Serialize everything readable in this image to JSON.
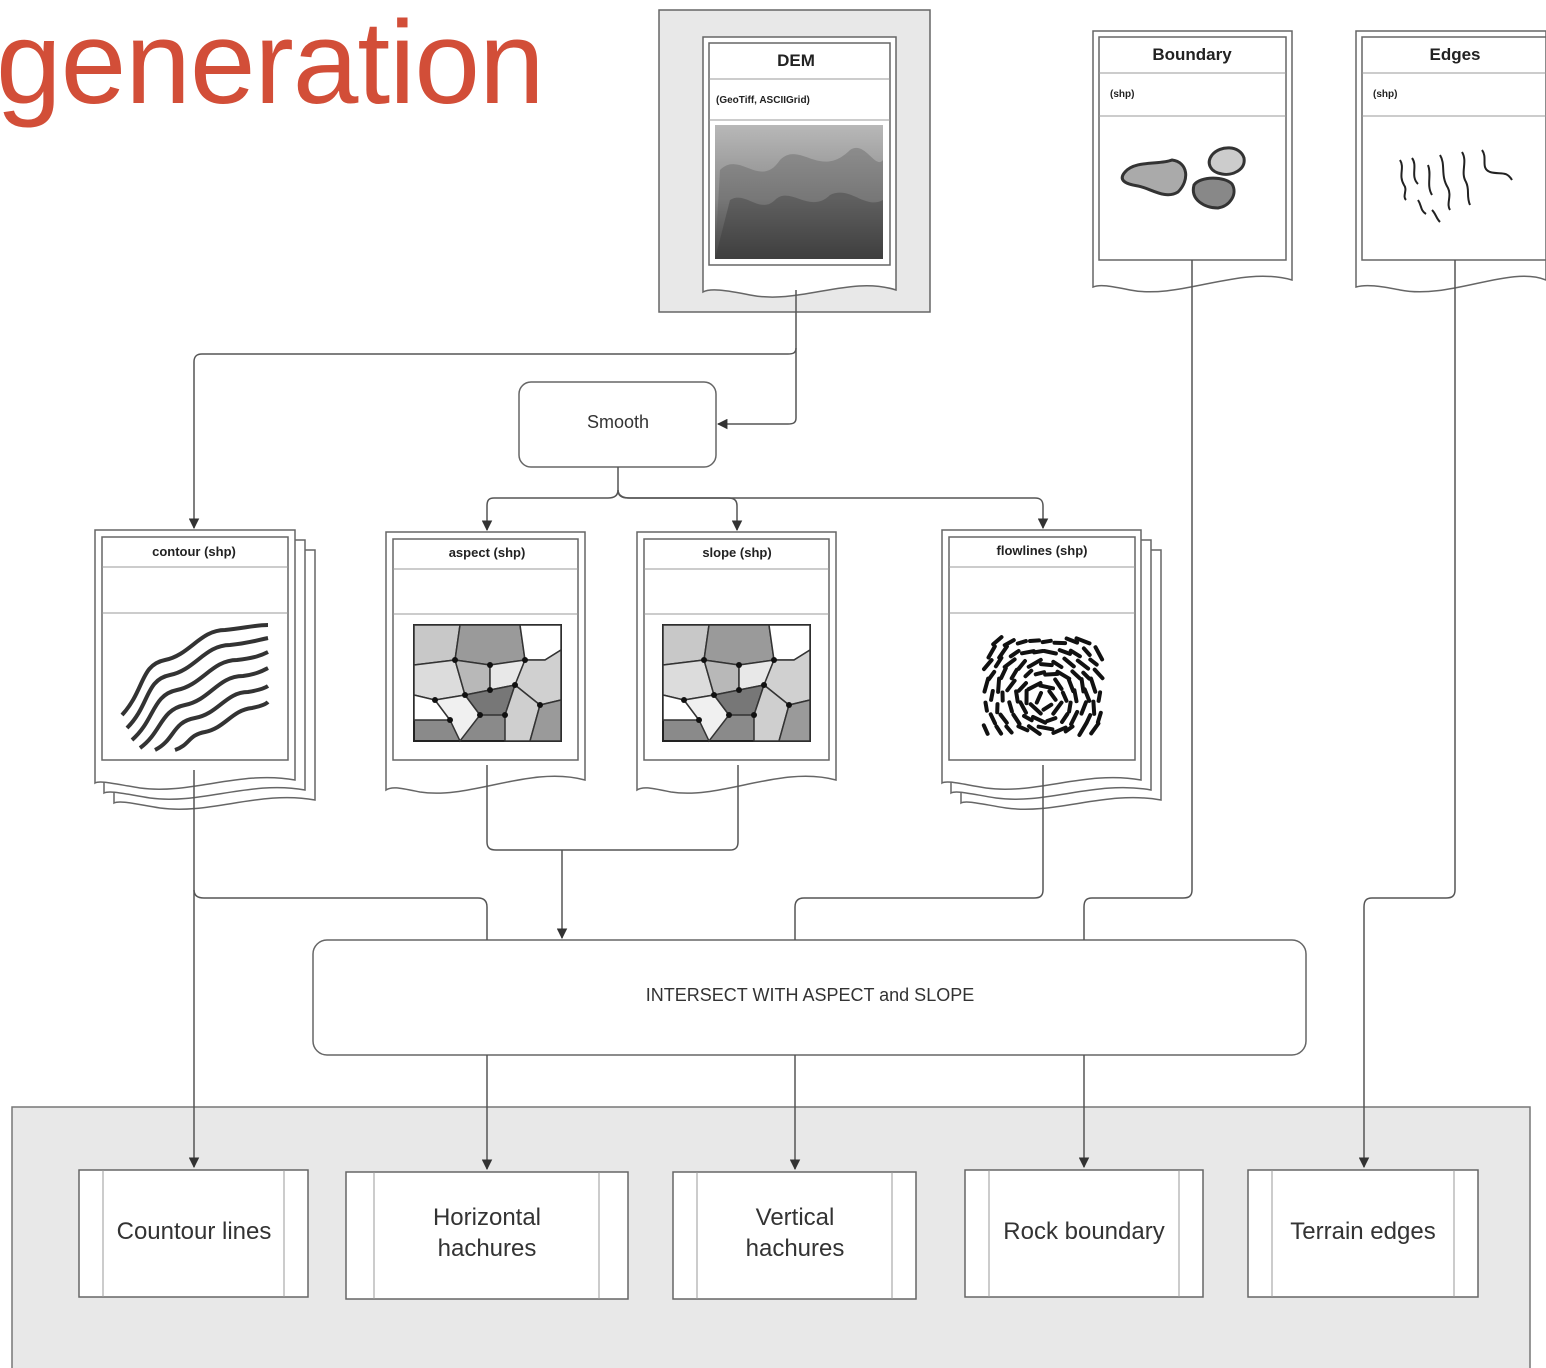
{
  "title": "generation",
  "inputs": {
    "dem": {
      "title": "DEM",
      "formats": "(GeoTiff, ASCIIGrid)"
    },
    "boundary": {
      "title": "Boundary",
      "formats": "(shp)"
    },
    "edges": {
      "title": "Edges",
      "formats": "(shp)"
    }
  },
  "process": {
    "smooth": "Smooth",
    "intersect": "INTERSECT WITH ASPECT and SLOPE"
  },
  "layers": {
    "contour": "contour (shp)",
    "aspect": "aspect (shp)",
    "slope": "slope (shp)",
    "flowlines": "flowlines (shp)"
  },
  "outputs": {
    "contour_lines": "Countour lines",
    "horizontal_1": "Horizontal",
    "horizontal_2": "hachures",
    "vertical_1": "Vertical",
    "vertical_2": "hachures",
    "rock_boundary": "Rock boundary",
    "terrain_edges": "Terrain edges"
  },
  "colors": {
    "title": "#d24e38",
    "panel_fill": "#e8e8e8",
    "line": "#555555"
  }
}
